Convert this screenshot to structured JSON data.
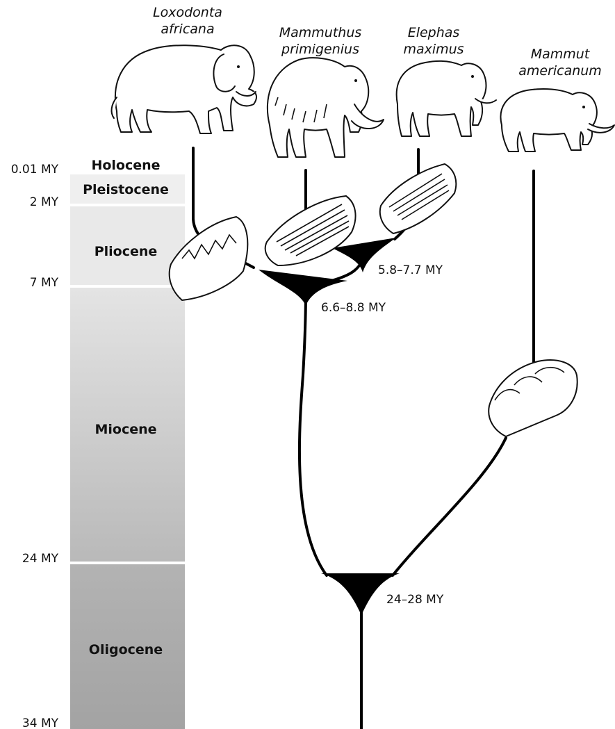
{
  "species": {
    "loxodonta": {
      "line1": "Loxodonta",
      "line2": "africana"
    },
    "mammuthus": {
      "line1": "Mammuthus",
      "line2": "primigenius"
    },
    "elephas": {
      "line1": "Elephas",
      "line2": "maximus"
    },
    "mammut": {
      "line1": "Mammut",
      "line2": "americanum"
    }
  },
  "epochs": [
    "Holocene",
    "Pleistocene",
    "Pliocene",
    "Miocene",
    "Oligocene"
  ],
  "ages": [
    "0.01 MY",
    "2 MY",
    "7 MY",
    "24 MY",
    "34 MY"
  ],
  "divergences": {
    "elephas_mammuthus": "5.8–7.7 MY",
    "loxodonta_split": "6.6–8.8 MY",
    "mammut_split": "24–28 MY"
  },
  "colors": {
    "branch": "#000000",
    "epoch_light": "#eeeeee",
    "epoch_dark": "#a9a9a9"
  },
  "icons": [
    "elephant-silhouette",
    "mammoth-silhouette",
    "molar-tooth"
  ]
}
